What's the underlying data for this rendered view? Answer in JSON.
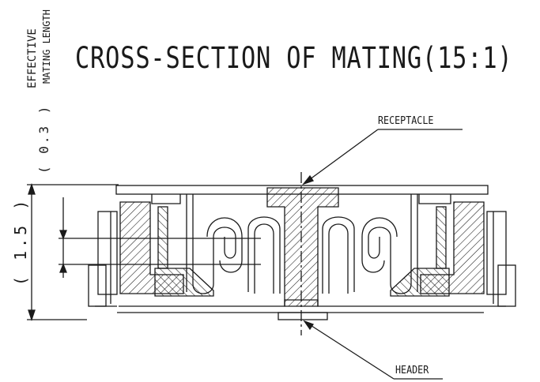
{
  "title": "CROSS-SECTION OF MATING(15:1)",
  "labels": {
    "receptacle": "RECEPTACLE",
    "header": "HEADER"
  },
  "dimensions": {
    "effective": "EFFECTIVE",
    "mating_length": "MATING LENGTH",
    "mating_value": "( 0.3 )",
    "height_value": "( 1.5 )"
  },
  "colors": {
    "ink": "#1a1a1a",
    "background": "#ffffff"
  }
}
